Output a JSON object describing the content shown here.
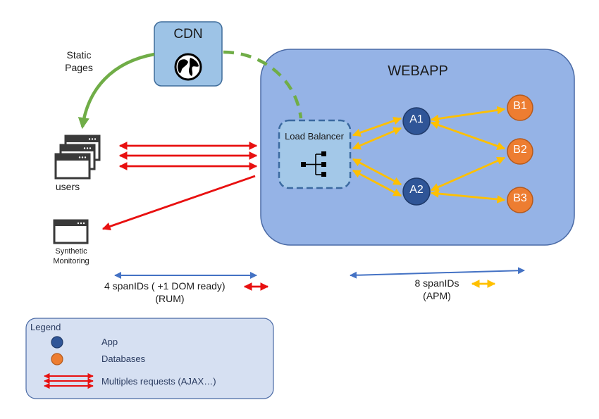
{
  "cdn": {
    "label": "CDN"
  },
  "static_pages": {
    "line1": "Static",
    "line2": "Pages"
  },
  "webapp": {
    "title": "WEBAPP"
  },
  "load_balancer": {
    "label": "Load Balancer"
  },
  "nodes": {
    "a1": "A1",
    "a2": "A2",
    "b1": "B1",
    "b2": "B2",
    "b3": "B3"
  },
  "users": {
    "label": "users"
  },
  "synthetic": {
    "line1": "Synthetic",
    "line2": "Monitoring"
  },
  "rum": {
    "line1": "4 spanIDs ( +1 DOM ready)",
    "line2": "(RUM)"
  },
  "apm": {
    "line1": "8 spanIDs",
    "line2": "(APM)"
  },
  "legend": {
    "title": "Legend",
    "app": "App",
    "databases": "Databases",
    "multiple": "Multiples requests (AJAX…)"
  },
  "colors": {
    "webapp_fill": "#95b3e6",
    "webapp_stroke": "#4a6aa5",
    "cdn_fill": "#9dc3e6",
    "app_node": "#2f5597",
    "db_node": "#ed7d31",
    "request_arrow": "#e81010",
    "internal_arrow": "#ffc000",
    "span_arrow": "#4472c4",
    "cdn_arrow": "#70ad47",
    "legend_fill": "#d6e0f2"
  }
}
